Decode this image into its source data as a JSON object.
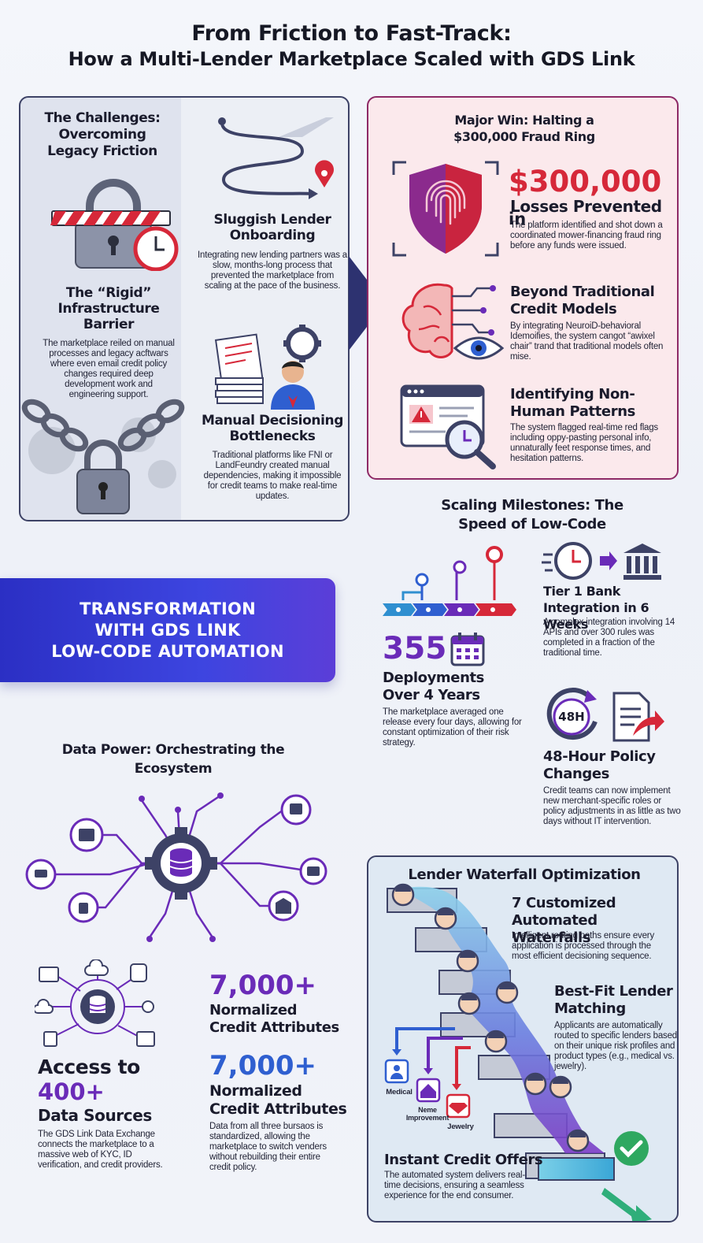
{
  "title": {
    "line1": "From Friction to Fast-Track:",
    "line2": "How a Multi-Lender Marketplace Scaled with GDS Link"
  },
  "challenges": {
    "heading": "The Challenges: Overcoming Legacy Friction",
    "rigid_title": "The “Rigid” Infrastructure Barrier",
    "rigid_text": "The marketplace reiled on manual processes and legacy acftwars where even email credit policy changes required deep development work and engineering support.",
    "sluggish_title": "Sluggish Lender Onboarding",
    "sluggish_text": "Integrating new lending partners was a slow, months-long process that prevented the marketplace from scaling at the pace of the business.",
    "manual_title": "Manual Decisioning Bottlenecks",
    "manual_text": "Traditional platforms like FNI or LandFeundry created manual dependencies, making it impossible for credit teams to make real-time updates."
  },
  "fraud": {
    "heading": "Major Win: Halting a $300,000 Fraud Ring",
    "amount": "$300,000",
    "amount_suffix": "in",
    "amount_label": "Losses Prevented",
    "amount_text": "The platform identified and shot down a coordinated mower-financing fraud ring before any funds were issued.",
    "beyond_title": "Beyond Traditional Credit Models",
    "beyond_text": "By integrating NeuroiD-behavioral Idemoifies, the system cangot “awixel chair” trand that traditional models often mise.",
    "nonhuman_title": "Identifying Non-Human Patterns",
    "nonhuman_text": "The system flagged real-time red flags including oppy-pasting personal info, unnaturally feet response times, and hesitation patterns."
  },
  "banner": {
    "line1": "TRANSFORMATION",
    "line2": "WITH GDS LINK",
    "line3": "LOW-CODE AUTOMATION"
  },
  "milestones": {
    "heading": "Scaling Milestones: The Speed of Low-Code",
    "deploy_number": "355",
    "deploy_title": "Deployments Over 4 Years",
    "deploy_text": "The marketplace averaged one release every four days, allowing for constant optimization of their risk strategy.",
    "bank_title": "Tier 1 Bank Integration in 6 Weeks",
    "bank_text": "A complex integration involving 14 APIs and over 300 rules was completed in a fraction of the traditional time.",
    "clock_label": "48H",
    "policy_title": "48-Hour Policy Changes",
    "policy_text": "Credit teams can now implement new merchant-specific roles or policy adjustments in as little as two days without IT intervention."
  },
  "data_power": {
    "heading": "Data Power: Orchestrating the Ecosystem",
    "access_line1": "Access to",
    "access_number": "400+",
    "access_line3": "Data Sources",
    "access_text": "The GDS Link Data Exchange connects the marketplace to a massive web of KYC, ID verification, and credit providers.",
    "attr1_number": "7,000+",
    "attr1_label": "Normalized Credit Attributes",
    "attr2_number": "7,000+",
    "attr2_label": "Normalized Credit Attributes",
    "attr2_text": "Data from all three bursaos is standardized, allowing the marketplace to switch venders without rebuilding their entire credit policy."
  },
  "waterfall": {
    "heading": "Lender Waterfall Optimization",
    "custom_title": "7 Customized Automated Waterfalls",
    "custom_text": "Intelligent routing paths ensure every application is processed through the most efficient decisioning sequence.",
    "bestfit_title": "Best-Fit Lender Matching",
    "bestfit_text": "Applicants are automatically routed to specific lenders based on their unique risk profiles and product types (e.g., medical vs. jewelry).",
    "label_medical": "Medical",
    "label_home": "Neme Improvement",
    "label_jewelry": "Jewelry",
    "instant_title": "Instant Credit Offers",
    "instant_text": "The automated system delivers real-time decisions, ensuring a seamless experience for the end consumer."
  },
  "colors": {
    "navy": "#3d4266",
    "purple": "#6a2bb8",
    "blue": "#2f5fd0",
    "red": "#d62839",
    "banner": "#3b3fd8"
  }
}
